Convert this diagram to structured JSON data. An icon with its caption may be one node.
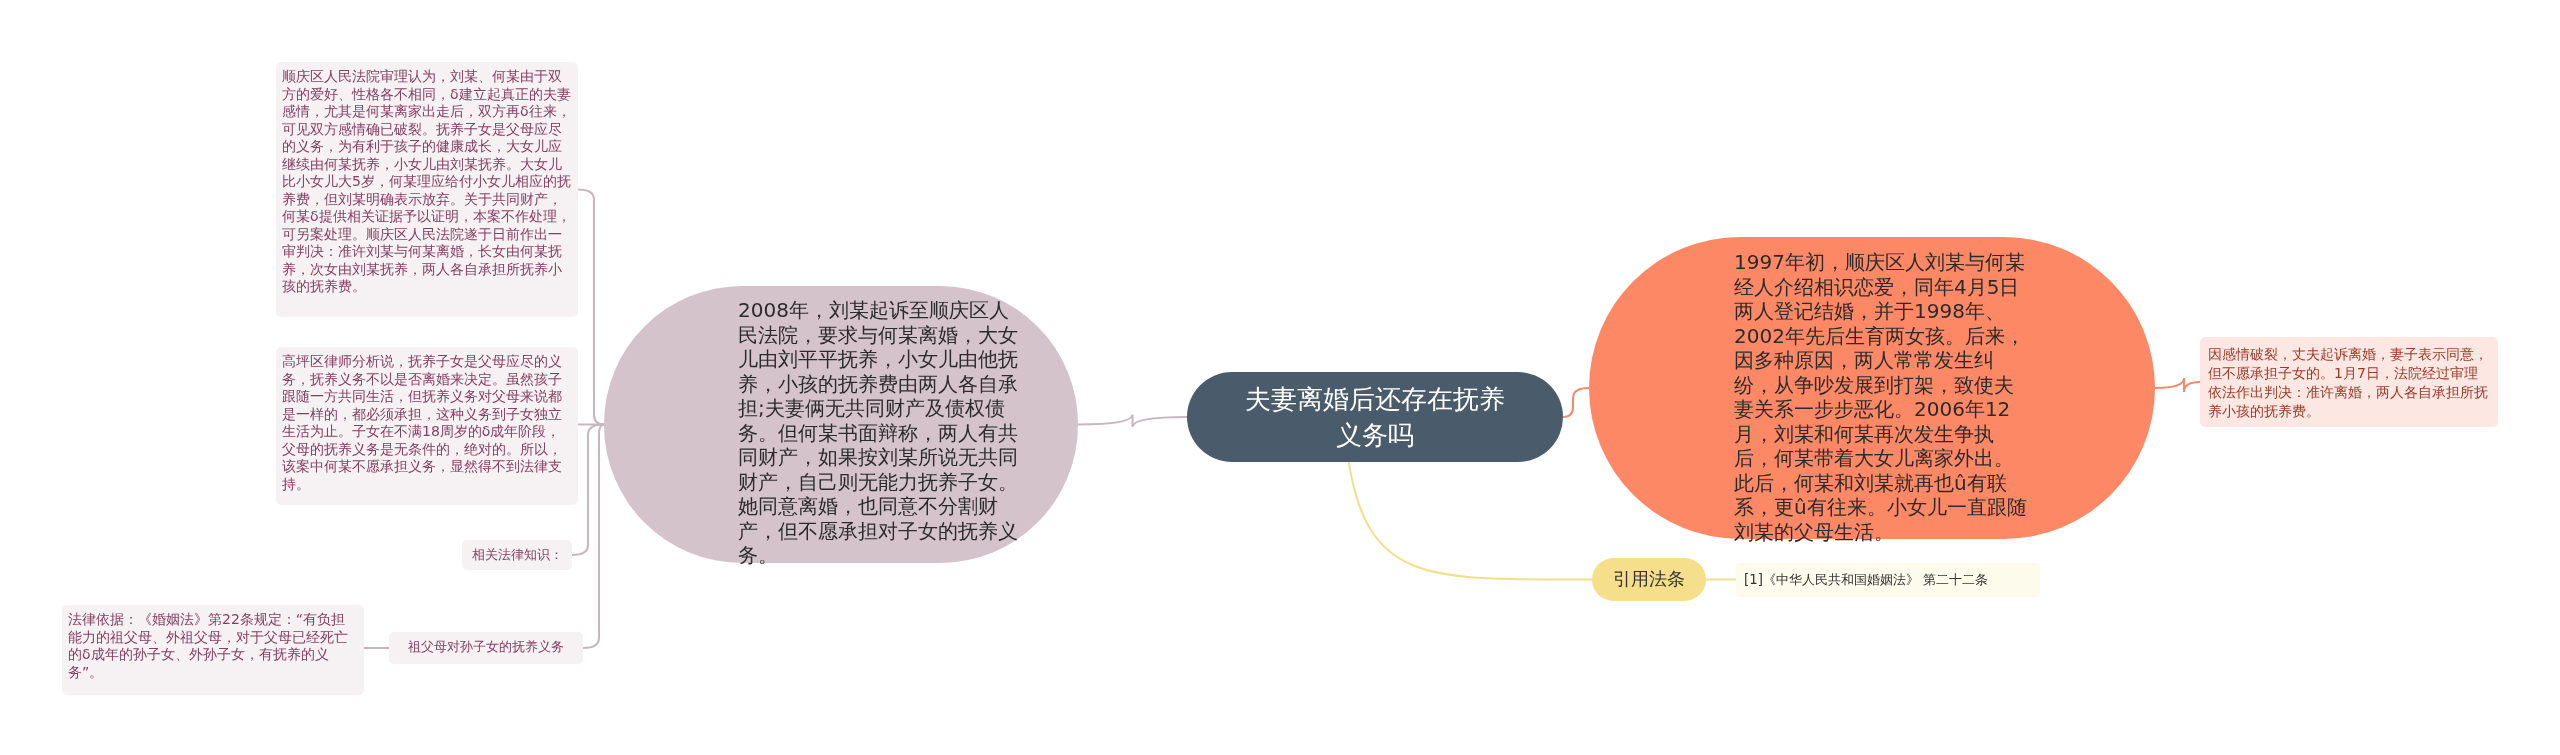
{
  "diagram": {
    "nodes": [
      {
        "text": [
          "夫妻离婚后还存在抚养义务吗"
        ]
      },
      {
        "text": [
          "1997年初，顺庆区人刘某与何某经人介绍相识恋爱，同年4月5日两人登记结婚，并于1998年、2002年先后生育两女孩。后来，因多种原因，两人常常发生纠纷，从争吵发展到打架，致使夫妻关系一步步恶化。2006年12月，刘某和何某再次发生争执后，何某带着大女儿离家外出。此后，何某和刘某就再也û有联系，更û有往来。小女儿一直跟随刘某的父母生活。"
        ]
      },
      {
        "text": [
          "因感情破裂，丈夫起诉离婚，妻子表示同意，但不愿承担子女的。1月7日，法院经过审理依法作出判决：准许离婚，两人各自承担所抚养小孩的抚养费。"
        ]
      },
      {
        "text": [
          "2008年，刘某起诉至顺庆区人民法院，要求与何某离婚，大女儿由刘平平抚养，小女儿由他抚养，小孩的抚养费由两人各自承担;夫妻俩无共同财产及债权债务。但何某书面辩称，两人有共同财产，如果按刘某所说无共同财产，自己则无能力抚养子女。她同意离婚，也同意不分割财产，但不愿承担对子女的抚养义务。"
        ]
      },
      {
        "text": [
          "顺庆区人民法院审理认为，刘某、何某由于双方的爱好、性格各不相同，δ建立起真正的夫妻感情，尤其是何某离家出走后，双方再δ往来，可见双方感情确已破裂。抚养子女是父母应尽的义务，为有利于孩子的健康成长，大女儿应继续由何某抚养，小女儿由刘某抚养。大女儿比小女儿大5岁，何某理应给付小女儿相应的抚养费，但刘某明确表示放弃。关于共同财产，何某δ提供相关证据予以证明，本案不作处理，可另案处理。顺庆区人民法院遂于日前作出一审判决：准许刘某与何某离婚，长女由何某抚养，次女由刘某抚养，两人各自承担所抚养小孩的抚养费。"
        ]
      },
      {
        "text": [
          "高坪区律师分析说，抚养子女是父母应尽的义务，抚养义务不以是否离婚来决定。虽然孩子跟随一方共同生活，但抚养义务对父母来说都是一样的，都必须承担，这种义务到子女独立生活为止。子女在不满18周岁的δ成年阶段，父母的抚养义务是无条件的，绝对的。所以，该案中何某不愿承担义务，显然得不到法律支持。"
        ]
      },
      {
        "text": [
          "相关法律知识："
        ]
      },
      {
        "text": [
          "祖父母对孙子女的抚养义务"
        ]
      },
      {
        "text": [
          "法律依据：《婚姻法》第22条规定：“有负担能力的祖父母、外祖父母，对于父母已经死亡的δ成年的孙子女、外孙子女，有抚养的义务”。"
        ]
      },
      {
        "text": [
          "引用法条"
        ]
      },
      {
        "text": [
          "[1]《中华人民共和国婚姻法》 第二十二条"
        ]
      }
    ],
    "edges": [
      {
        "from": 0,
        "to": 1,
        "arrow": "none",
        "color": "#f58a6a"
      },
      {
        "from": 1,
        "to": 2,
        "arrow": "none",
        "color": "#f58a6a"
      },
      {
        "from": 0,
        "to": 3,
        "arrow": "none"
      },
      {
        "from": 3,
        "to": 4,
        "arrow": "none"
      },
      {
        "from": 3,
        "to": 5,
        "arrow": "none"
      },
      {
        "from": 3,
        "to": 6,
        "arrow": "none"
      },
      {
        "from": 3,
        "to": 7,
        "arrow": "none"
      },
      {
        "from": 7,
        "to": 8,
        "arrow": "none"
      },
      {
        "from": 0,
        "to": 9,
        "arrow": "none",
        "color": "#f1df8c"
      },
      {
        "from": 9,
        "to": 10,
        "arrow": "none",
        "color": "#f1df8c"
      }
    ]
  }
}
